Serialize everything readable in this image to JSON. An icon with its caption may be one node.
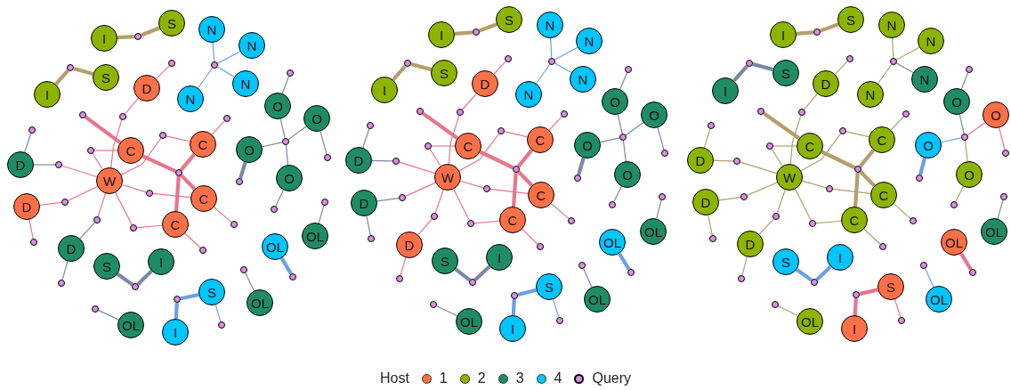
{
  "diagram": {
    "nodes": [
      {
        "text": [
          "I"
        ]
      },
      {
        "text": [
          "S"
        ]
      },
      {
        "text": [],
        "shape": "circle"
      },
      {
        "text": [
          "I"
        ]
      },
      {
        "text": [
          "S"
        ]
      },
      {
        "text": [],
        "shape": "circle"
      },
      {
        "text": [
          "N"
        ]
      },
      {
        "text": [
          "N"
        ]
      },
      {
        "text": [
          "N"
        ]
      },
      {
        "text": [
          "N"
        ]
      },
      {
        "text": [],
        "shape": "circle"
      },
      {
        "text": [
          "D"
        ]
      },
      {
        "text": [],
        "shape": "circle"
      },
      {
        "text": [],
        "shape": "circle"
      },
      {
        "text": [
          "C"
        ]
      },
      {
        "text": [
          "C"
        ]
      },
      {
        "text": [
          "C"
        ]
      },
      {
        "text": [
          "C"
        ]
      },
      {
        "text": [
          "W"
        ]
      },
      {
        "text": [],
        "shape": "circle"
      },
      {
        "text": [],
        "shape": "circle"
      },
      {
        "text": [],
        "shape": "circle"
      },
      {
        "text": [],
        "shape": "circle"
      },
      {
        "text": [],
        "shape": "circle"
      },
      {
        "text": [],
        "shape": "circle"
      },
      {
        "text": [],
        "shape": "circle"
      },
      {
        "text": [],
        "shape": "circle"
      },
      {
        "text": [],
        "shape": "circle"
      },
      {
        "text": [
          "D"
        ]
      },
      {
        "text": [],
        "shape": "circle"
      },
      {
        "text": [],
        "shape": "circle"
      },
      {
        "text": [
          "D"
        ]
      },
      {
        "text": [],
        "shape": "circle"
      },
      {
        "text": [],
        "shape": "circle"
      },
      {
        "text": [
          "D"
        ]
      },
      {
        "text": [],
        "shape": "circle"
      },
      {
        "text": [],
        "shape": "circle"
      },
      {
        "text": [
          "S"
        ]
      },
      {
        "text": [
          "I"
        ]
      },
      {
        "text": [],
        "shape": "circle"
      },
      {
        "text": [
          "OL"
        ]
      },
      {
        "text": [],
        "shape": "circle"
      },
      {
        "text": [
          "I"
        ]
      },
      {
        "text": [
          "S"
        ]
      },
      {
        "text": [],
        "shape": "circle"
      },
      {
        "text": [],
        "shape": "circle"
      },
      {
        "text": [
          "OL"
        ]
      },
      {
        "text": [],
        "shape": "circle"
      },
      {
        "text": [
          "OL"
        ]
      },
      {
        "text": [],
        "shape": "circle"
      },
      {
        "text": [
          "OL"
        ]
      },
      {
        "text": [],
        "shape": "circle"
      },
      {
        "text": [
          "O"
        ]
      },
      {
        "text": [],
        "shape": "circle"
      },
      {
        "text": [
          "O"
        ]
      },
      {
        "text": [],
        "shape": "circle"
      },
      {
        "text": [
          "O"
        ]
      },
      {
        "text": [],
        "shape": "circle"
      },
      {
        "text": [
          "O"
        ]
      },
      {
        "text": [],
        "shape": "circle"
      },
      {
        "text": [],
        "shape": "circle"
      },
      {
        "text": [
          "I"
        ]
      },
      {
        "text": [
          "S"
        ]
      },
      {
        "text": [],
        "shape": "circle"
      },
      {
        "text": [
          "I"
        ]
      },
      {
        "text": [
          "S"
        ]
      },
      {
        "text": [],
        "shape": "circle"
      },
      {
        "text": [
          "N"
        ]
      },
      {
        "text": [
          "N"
        ]
      },
      {
        "text": [
          "N"
        ]
      },
      {
        "text": [
          "N"
        ]
      },
      {
        "text": [],
        "shape": "circle"
      },
      {
        "text": [
          "D"
        ]
      },
      {
        "text": [],
        "shape": "circle"
      },
      {
        "text": [],
        "shape": "circle"
      },
      {
        "text": [
          "C"
        ]
      },
      {
        "text": [
          "C"
        ]
      },
      {
        "text": [
          "C"
        ]
      },
      {
        "text": [
          "C"
        ]
      },
      {
        "text": [
          "W"
        ]
      },
      {
        "text": [],
        "shape": "circle"
      },
      {
        "text": [],
        "shape": "circle"
      },
      {
        "text": [],
        "shape": "circle"
      },
      {
        "text": [],
        "shape": "circle"
      },
      {
        "text": [],
        "shape": "circle"
      },
      {
        "text": [],
        "shape": "circle"
      },
      {
        "text": [],
        "shape": "circle"
      },
      {
        "text": [],
        "shape": "circle"
      },
      {
        "text": [],
        "shape": "circle"
      },
      {
        "text": [
          "D"
        ]
      },
      {
        "text": [],
        "shape": "circle"
      },
      {
        "text": [],
        "shape": "circle"
      },
      {
        "text": [
          "D"
        ]
      },
      {
        "text": [],
        "shape": "circle"
      },
      {
        "text": [],
        "shape": "circle"
      },
      {
        "text": [
          "D"
        ]
      },
      {
        "text": [],
        "shape": "circle"
      },
      {
        "text": [],
        "shape": "circle"
      },
      {
        "text": [
          "S"
        ]
      },
      {
        "text": [
          "I"
        ]
      },
      {
        "text": [],
        "shape": "circle"
      },
      {
        "text": [
          "OL"
        ]
      },
      {
        "text": [],
        "shape": "circle"
      },
      {
        "text": [
          "I"
        ]
      },
      {
        "text": [
          "S"
        ]
      },
      {
        "text": [],
        "shape": "circle"
      },
      {
        "text": [],
        "shape": "circle"
      },
      {
        "text": [
          "OL"
        ]
      },
      {
        "text": [],
        "shape": "circle"
      },
      {
        "text": [
          "OL"
        ]
      },
      {
        "text": [],
        "shape": "circle"
      },
      {
        "text": [
          "OL"
        ]
      },
      {
        "text": [],
        "shape": "circle"
      },
      {
        "text": [
          "O"
        ]
      },
      {
        "text": [],
        "shape": "circle"
      },
      {
        "text": [
          "O"
        ]
      },
      {
        "text": [],
        "shape": "circle"
      },
      {
        "text": [
          "O"
        ]
      },
      {
        "text": [],
        "shape": "circle"
      },
      {
        "text": [
          "O"
        ]
      },
      {
        "text": [],
        "shape": "circle"
      },
      {
        "text": [],
        "shape": "circle"
      },
      {
        "text": [
          "I"
        ]
      },
      {
        "text": [
          "S"
        ]
      },
      {
        "text": [],
        "shape": "circle"
      },
      {
        "text": [
          "I"
        ]
      },
      {
        "text": [
          "S"
        ]
      },
      {
        "text": [],
        "shape": "circle"
      },
      {
        "text": [
          "N"
        ]
      },
      {
        "text": [
          "N"
        ]
      },
      {
        "text": [
          "N"
        ]
      },
      {
        "text": [
          "N"
        ]
      },
      {
        "text": [],
        "shape": "circle"
      },
      {
        "text": [
          "D"
        ]
      },
      {
        "text": [],
        "shape": "circle"
      },
      {
        "text": [],
        "shape": "circle"
      },
      {
        "text": [
          "C"
        ]
      },
      {
        "text": [
          "C"
        ]
      },
      {
        "text": [
          "C"
        ]
      },
      {
        "text": [
          "C"
        ]
      },
      {
        "text": [
          "W"
        ]
      },
      {
        "text": [],
        "shape": "circle"
      },
      {
        "text": [],
        "shape": "circle"
      },
      {
        "text": [],
        "shape": "circle"
      },
      {
        "text": [],
        "shape": "circle"
      },
      {
        "text": [],
        "shape": "circle"
      },
      {
        "text": [],
        "shape": "circle"
      },
      {
        "text": [],
        "shape": "circle"
      },
      {
        "text": [],
        "shape": "circle"
      },
      {
        "text": [],
        "shape": "circle"
      },
      {
        "text": [
          "D"
        ]
      },
      {
        "text": [],
        "shape": "circle"
      },
      {
        "text": [],
        "shape": "circle"
      },
      {
        "text": [
          "D"
        ]
      },
      {
        "text": [],
        "shape": "circle"
      },
      {
        "text": [],
        "shape": "circle"
      },
      {
        "text": [
          "D"
        ]
      },
      {
        "text": [],
        "shape": "circle"
      },
      {
        "text": [],
        "shape": "circle"
      },
      {
        "text": [
          "S"
        ]
      },
      {
        "text": [
          "I"
        ]
      },
      {
        "text": [],
        "shape": "circle"
      },
      {
        "text": [
          "OL"
        ]
      },
      {
        "text": [],
        "shape": "circle"
      },
      {
        "text": [
          "I"
        ]
      },
      {
        "text": [
          "S"
        ]
      },
      {
        "text": [],
        "shape": "circle"
      },
      {
        "text": [],
        "shape": "circle"
      },
      {
        "text": [
          "OL"
        ]
      },
      {
        "text": [],
        "shape": "circle"
      },
      {
        "text": [
          "OL"
        ]
      },
      {
        "text": [],
        "shape": "circle"
      },
      {
        "text": [
          "OL"
        ]
      },
      {
        "text": [],
        "shape": "circle"
      },
      {
        "text": [
          "O"
        ]
      },
      {
        "text": [],
        "shape": "circle"
      },
      {
        "text": [
          "O"
        ]
      },
      {
        "text": [],
        "shape": "circle"
      },
      {
        "text": [
          "O"
        ]
      },
      {
        "text": [],
        "shape": "circle"
      },
      {
        "text": [
          "O"
        ]
      },
      {
        "text": [],
        "shape": "circle"
      },
      {
        "text": [],
        "shape": "circle"
      }
    ],
    "edges": [
      {
        "from": 0,
        "to": 2,
        "arrow": "none",
        "style": "thick",
        "color": "#b39f6e"
      },
      {
        "from": 1,
        "to": 2,
        "arrow": "none",
        "style": "thick",
        "color": "#b39f6e"
      },
      {
        "from": 3,
        "to": 5,
        "arrow": "none",
        "style": "thick",
        "color": "#b39f6e"
      },
      {
        "from": 4,
        "to": 5,
        "arrow": "none",
        "style": "thick",
        "color": "#b39f6e"
      },
      {
        "from": 6,
        "to": 10,
        "arrow": "none",
        "color": "#6b9fe6"
      },
      {
        "from": 7,
        "to": 10,
        "arrow": "none",
        "color": "#6b9fe6"
      },
      {
        "from": 8,
        "to": 10,
        "arrow": "none",
        "color": "#6b9fe6"
      },
      {
        "from": 9,
        "to": 10,
        "arrow": "none",
        "color": "#6b9fe6"
      },
      {
        "from": 11,
        "to": 12,
        "arrow": "none"
      },
      {
        "from": 11,
        "to": 13,
        "arrow": "none"
      },
      {
        "from": 18,
        "to": 13,
        "arrow": "none"
      },
      {
        "from": 14,
        "to": 19,
        "arrow": "none",
        "style": "thick"
      },
      {
        "from": 15,
        "to": 19,
        "arrow": "none",
        "style": "thick"
      },
      {
        "from": 16,
        "to": 19,
        "arrow": "none",
        "style": "thick"
      },
      {
        "from": 17,
        "to": 19,
        "arrow": "none",
        "style": "thick"
      },
      {
        "from": 14,
        "to": 20,
        "arrow": "none",
        "style": "thick"
      },
      {
        "from": 14,
        "to": 21,
        "arrow": "none"
      },
      {
        "from": 18,
        "to": 21,
        "arrow": "none"
      },
      {
        "from": 15,
        "to": 22,
        "arrow": "none"
      },
      {
        "from": 18,
        "to": 22,
        "arrow": "none"
      },
      {
        "from": 15,
        "to": 23,
        "arrow": "none"
      },
      {
        "from": 18,
        "to": 24,
        "arrow": "none"
      },
      {
        "from": 16,
        "to": 24,
        "arrow": "none"
      },
      {
        "from": 16,
        "to": 25,
        "arrow": "none"
      },
      {
        "from": 18,
        "to": 26,
        "arrow": "none"
      },
      {
        "from": 17,
        "to": 26,
        "arrow": "none"
      },
      {
        "from": 17,
        "to": 27,
        "arrow": "none"
      },
      {
        "from": 28,
        "to": 29,
        "arrow": "none",
        "color": "#7b88a2"
      },
      {
        "from": 28,
        "to": 30,
        "arrow": "none",
        "color": "#7b88a2"
      },
      {
        "from": 18,
        "to": 30,
        "arrow": "none"
      },
      {
        "from": 31,
        "to": 32,
        "arrow": "none"
      },
      {
        "from": 31,
        "to": 33,
        "arrow": "none"
      },
      {
        "from": 18,
        "to": 32,
        "arrow": "none"
      },
      {
        "from": 34,
        "to": 35,
        "arrow": "none",
        "color": "#7b88a2"
      },
      {
        "from": 34,
        "to": 36,
        "arrow": "none",
        "color": "#7b88a2"
      },
      {
        "from": 18,
        "to": 35,
        "arrow": "none"
      },
      {
        "from": 37,
        "to": 39,
        "arrow": "none",
        "style": "thick",
        "color": "#7b88a2"
      },
      {
        "from": 38,
        "to": 39,
        "arrow": "none",
        "style": "thick",
        "color": "#7b88a2"
      },
      {
        "from": 40,
        "to": 41,
        "arrow": "none",
        "color": "#7b88a2"
      },
      {
        "from": 42,
        "to": 44,
        "arrow": "none",
        "style": "thick",
        "color": "#6b9fe6"
      },
      {
        "from": 43,
        "to": 44,
        "arrow": "none",
        "style": "thick",
        "color": "#6b9fe6"
      },
      {
        "from": 43,
        "to": 45,
        "arrow": "none",
        "color": "#6b9fe6"
      },
      {
        "from": 46,
        "to": 47,
        "arrow": "none",
        "style": "thick",
        "color": "#6b9fe6"
      },
      {
        "from": 48,
        "to": 49,
        "arrow": "none",
        "color": "#7b88a2"
      },
      {
        "from": 50,
        "to": 51,
        "arrow": "none",
        "color": "#7b88a2"
      },
      {
        "from": 52,
        "to": 60,
        "arrow": "none",
        "color": "#7b88a2"
      },
      {
        "from": 54,
        "to": 60,
        "arrow": "none",
        "color": "#7b88a2"
      },
      {
        "from": 56,
        "to": 60,
        "arrow": "none",
        "color": "#7b88a2"
      },
      {
        "from": 58,
        "to": 60,
        "arrow": "none",
        "color": "#7b88a2"
      },
      {
        "from": 52,
        "to": 53,
        "arrow": "none",
        "color": "#7b88a2"
      },
      {
        "from": 54,
        "to": 55,
        "arrow": "none",
        "color": "#7b88a2"
      },
      {
        "from": 56,
        "to": 57,
        "arrow": "none",
        "style": "thick",
        "color": "#7b88a2"
      },
      {
        "from": 58,
        "to": 59,
        "arrow": "none",
        "color": "#7b88a2"
      },
      {
        "from": 61,
        "to": 63,
        "arrow": "none",
        "style": "thick",
        "color": "#b39f6e"
      },
      {
        "from": 62,
        "to": 63,
        "arrow": "none",
        "style": "thick",
        "color": "#b39f6e"
      },
      {
        "from": 64,
        "to": 66,
        "arrow": "none",
        "style": "thick",
        "color": "#b39f6e"
      },
      {
        "from": 65,
        "to": 66,
        "arrow": "none",
        "style": "thick",
        "color": "#b39f6e"
      },
      {
        "from": 67,
        "to": 71,
        "arrow": "none",
        "color": "#6b9fe6"
      },
      {
        "from": 68,
        "to": 71,
        "arrow": "none",
        "color": "#6b9fe6"
      },
      {
        "from": 69,
        "to": 71,
        "arrow": "none",
        "color": "#6b9fe6"
      },
      {
        "from": 70,
        "to": 71,
        "arrow": "none",
        "color": "#6b9fe6"
      },
      {
        "from": 72,
        "to": 73,
        "arrow": "none"
      },
      {
        "from": 72,
        "to": 74,
        "arrow": "none"
      },
      {
        "from": 79,
        "to": 74,
        "arrow": "none"
      },
      {
        "from": 75,
        "to": 80,
        "arrow": "none",
        "style": "thick"
      },
      {
        "from": 76,
        "to": 80,
        "arrow": "none",
        "style": "thick"
      },
      {
        "from": 77,
        "to": 80,
        "arrow": "none",
        "style": "thick"
      },
      {
        "from": 78,
        "to": 80,
        "arrow": "none",
        "style": "thick"
      },
      {
        "from": 75,
        "to": 81,
        "arrow": "none",
        "style": "thick"
      },
      {
        "from": 75,
        "to": 82,
        "arrow": "none"
      },
      {
        "from": 79,
        "to": 82,
        "arrow": "none"
      },
      {
        "from": 76,
        "to": 83,
        "arrow": "none"
      },
      {
        "from": 79,
        "to": 83,
        "arrow": "none"
      },
      {
        "from": 76,
        "to": 84,
        "arrow": "none"
      },
      {
        "from": 79,
        "to": 85,
        "arrow": "none"
      },
      {
        "from": 77,
        "to": 85,
        "arrow": "none"
      },
      {
        "from": 77,
        "to": 86,
        "arrow": "none"
      },
      {
        "from": 79,
        "to": 87,
        "arrow": "none"
      },
      {
        "from": 78,
        "to": 87,
        "arrow": "none"
      },
      {
        "from": 78,
        "to": 88,
        "arrow": "none"
      },
      {
        "from": 89,
        "to": 90,
        "arrow": "none",
        "color": "#7b88a2"
      },
      {
        "from": 89,
        "to": 91,
        "arrow": "none",
        "color": "#7b88a2"
      },
      {
        "from": 79,
        "to": 91,
        "arrow": "none"
      },
      {
        "from": 92,
        "to": 93,
        "arrow": "none",
        "color": "#7b88a2"
      },
      {
        "from": 92,
        "to": 94,
        "arrow": "none",
        "color": "#7b88a2"
      },
      {
        "from": 79,
        "to": 93,
        "arrow": "none"
      },
      {
        "from": 95,
        "to": 96,
        "arrow": "none"
      },
      {
        "from": 95,
        "to": 97,
        "arrow": "none"
      },
      {
        "from": 79,
        "to": 96,
        "arrow": "none"
      },
      {
        "from": 98,
        "to": 100,
        "arrow": "none",
        "style": "thick",
        "color": "#7b88a2"
      },
      {
        "from": 99,
        "to": 100,
        "arrow": "none",
        "style": "thick",
        "color": "#7b88a2"
      },
      {
        "from": 101,
        "to": 102,
        "arrow": "none",
        "color": "#7b88a2"
      },
      {
        "from": 103,
        "to": 105,
        "arrow": "none",
        "style": "thick",
        "color": "#6b9fe6"
      },
      {
        "from": 104,
        "to": 105,
        "arrow": "none",
        "style": "thick",
        "color": "#6b9fe6"
      },
      {
        "from": 104,
        "to": 106,
        "arrow": "none",
        "color": "#6b9fe6"
      },
      {
        "from": 107,
        "to": 108,
        "arrow": "none",
        "style": "thick",
        "color": "#6b9fe6"
      },
      {
        "from": 109,
        "to": 110,
        "arrow": "none",
        "color": "#7b88a2"
      },
      {
        "from": 111,
        "to": 112,
        "arrow": "none",
        "color": "#7b88a2"
      },
      {
        "from": 113,
        "to": 121,
        "arrow": "none",
        "color": "#7b88a2"
      },
      {
        "from": 115,
        "to": 121,
        "arrow": "none",
        "color": "#7b88a2"
      },
      {
        "from": 117,
        "to": 121,
        "arrow": "none",
        "color": "#7b88a2"
      },
      {
        "from": 119,
        "to": 121,
        "arrow": "none",
        "color": "#7b88a2"
      },
      {
        "from": 113,
        "to": 114,
        "arrow": "none",
        "color": "#7b88a2"
      },
      {
        "from": 115,
        "to": 116,
        "arrow": "none",
        "color": "#7b88a2"
      },
      {
        "from": 117,
        "to": 118,
        "arrow": "none",
        "style": "thick",
        "color": "#7b88a2"
      },
      {
        "from": 119,
        "to": 120,
        "arrow": "none",
        "color": "#7b88a2"
      },
      {
        "from": 122,
        "to": 124,
        "arrow": "none",
        "style": "thick",
        "color": "#b39f6e"
      },
      {
        "from": 123,
        "to": 124,
        "arrow": "none",
        "style": "thick",
        "color": "#b39f6e"
      },
      {
        "from": 125,
        "to": 127,
        "arrow": "none",
        "style": "thick",
        "color": "#7b88a2"
      },
      {
        "from": 126,
        "to": 127,
        "arrow": "none",
        "style": "thick",
        "color": "#7b88a2"
      },
      {
        "from": 128,
        "to": 132,
        "arrow": "none",
        "color": "#b39f6e"
      },
      {
        "from": 129,
        "to": 132,
        "arrow": "none",
        "color": "#b39f6e"
      },
      {
        "from": 130,
        "to": 132,
        "arrow": "none",
        "color": "#7b88a2"
      },
      {
        "from": 131,
        "to": 132,
        "arrow": "none",
        "color": "#b39f6e"
      },
      {
        "from": 133,
        "to": 134,
        "arrow": "none",
        "color": "#b39f6e"
      },
      {
        "from": 133,
        "to": 135,
        "arrow": "none",
        "color": "#b39f6e"
      },
      {
        "from": 140,
        "to": 135,
        "arrow": "none",
        "color": "#b39f6e"
      },
      {
        "from": 136,
        "to": 141,
        "arrow": "none",
        "style": "thick",
        "color": "#b39f6e"
      },
      {
        "from": 137,
        "to": 141,
        "arrow": "none",
        "style": "thick",
        "color": "#b39f6e"
      },
      {
        "from": 138,
        "to": 141,
        "arrow": "none",
        "style": "thick",
        "color": "#b39f6e"
      },
      {
        "from": 139,
        "to": 141,
        "arrow": "none",
        "style": "thick",
        "color": "#b39f6e"
      },
      {
        "from": 136,
        "to": 142,
        "arrow": "none",
        "style": "thick",
        "color": "#b39f6e"
      },
      {
        "from": 136,
        "to": 143,
        "arrow": "none",
        "color": "#b39f6e"
      },
      {
        "from": 140,
        "to": 143,
        "arrow": "none",
        "color": "#b39f6e"
      },
      {
        "from": 137,
        "to": 144,
        "arrow": "none",
        "color": "#b39f6e"
      },
      {
        "from": 140,
        "to": 144,
        "arrow": "none",
        "color": "#b39f6e"
      },
      {
        "from": 137,
        "to": 145,
        "arrow": "none",
        "color": "#b39f6e"
      },
      {
        "from": 140,
        "to": 146,
        "arrow": "none",
        "color": "#b39f6e"
      },
      {
        "from": 138,
        "to": 146,
        "arrow": "none",
        "color": "#b39f6e"
      },
      {
        "from": 138,
        "to": 147,
        "arrow": "none",
        "color": "#b39f6e"
      },
      {
        "from": 140,
        "to": 148,
        "arrow": "none",
        "color": "#b39f6e"
      },
      {
        "from": 139,
        "to": 148,
        "arrow": "none",
        "color": "#b39f6e"
      },
      {
        "from": 139,
        "to": 149,
        "arrow": "none",
        "color": "#b39f6e"
      },
      {
        "from": 150,
        "to": 151,
        "arrow": "none",
        "color": "#b39f6e"
      },
      {
        "from": 150,
        "to": 152,
        "arrow": "none",
        "color": "#b39f6e"
      },
      {
        "from": 140,
        "to": 152,
        "arrow": "none",
        "color": "#b39f6e"
      },
      {
        "from": 153,
        "to": 154,
        "arrow": "none",
        "color": "#b39f6e"
      },
      {
        "from": 153,
        "to": 155,
        "arrow": "none",
        "color": "#b39f6e"
      },
      {
        "from": 140,
        "to": 154,
        "arrow": "none",
        "color": "#b39f6e"
      },
      {
        "from": 156,
        "to": 157,
        "arrow": "none",
        "color": "#b39f6e"
      },
      {
        "from": 156,
        "to": 158,
        "arrow": "none",
        "color": "#b39f6e"
      },
      {
        "from": 140,
        "to": 157,
        "arrow": "none",
        "color": "#b39f6e"
      },
      {
        "from": 159,
        "to": 161,
        "arrow": "none",
        "style": "thick",
        "color": "#6b9fe6"
      },
      {
        "from": 160,
        "to": 161,
        "arrow": "none",
        "style": "thick",
        "color": "#6b9fe6"
      },
      {
        "from": 162,
        "to": 163,
        "arrow": "none",
        "color": "#b39f6e"
      },
      {
        "from": 164,
        "to": 166,
        "arrow": "none",
        "style": "thick"
      },
      {
        "from": 165,
        "to": 166,
        "arrow": "none",
        "style": "thick"
      },
      {
        "from": 165,
        "to": 167,
        "arrow": "none"
      },
      {
        "from": 168,
        "to": 169,
        "arrow": "none",
        "style": "thick"
      },
      {
        "from": 170,
        "to": 171,
        "arrow": "none",
        "color": "#7b88a2"
      },
      {
        "from": 172,
        "to": 173,
        "arrow": "none",
        "color": "#6b9fe6"
      },
      {
        "from": 174,
        "to": 182,
        "arrow": "none",
        "color": "#7b88a2"
      },
      {
        "from": 176,
        "to": 182,
        "arrow": "none"
      },
      {
        "from": 178,
        "to": 182,
        "arrow": "none",
        "color": "#6b9fe6"
      },
      {
        "from": 180,
        "to": 182,
        "arrow": "none",
        "color": "#b39f6e"
      },
      {
        "from": 174,
        "to": 175,
        "arrow": "none",
        "color": "#7b88a2"
      },
      {
        "from": 176,
        "to": 177,
        "arrow": "none"
      },
      {
        "from": 178,
        "to": 179,
        "arrow": "none",
        "style": "thick",
        "color": "#6b9fe6"
      },
      {
        "from": 180,
        "to": 181,
        "arrow": "none",
        "color": "#b39f6e"
      }
    ],
    "labels": [
      "Host"
    ],
    "legend": [
      {
        "text": "1",
        "color": "#fc7048"
      },
      {
        "text": "2",
        "color": "#8cb400"
      },
      {
        "text": "3",
        "color": "#1f8c66"
      },
      {
        "text": "4",
        "color": "#00c5ff"
      },
      {
        "text": "Query",
        "color": "#da8ee0"
      }
    ]
  }
}
